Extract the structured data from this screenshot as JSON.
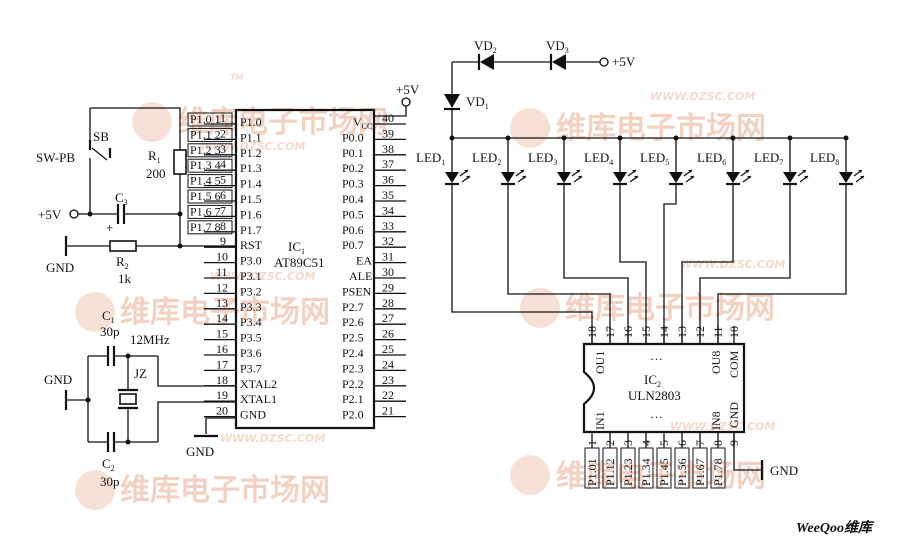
{
  "ic1": {
    "ref": "IC",
    "ref_sub": "1",
    "part": "AT89C51",
    "left_pins": [
      {
        "num": "1",
        "name": "P1.0",
        "net": "P1.0 1"
      },
      {
        "num": "2",
        "name": "P1.1",
        "net": "P1.1 2"
      },
      {
        "num": "3",
        "name": "P1.2",
        "net": "P1.2 3"
      },
      {
        "num": "4",
        "name": "P1.3",
        "net": "P1.3 4"
      },
      {
        "num": "5",
        "name": "P1.4",
        "net": "P1.4 5"
      },
      {
        "num": "6",
        "name": "P1.5",
        "net": "P1.5 6"
      },
      {
        "num": "7",
        "name": "P1.6",
        "net": "P1.6 7"
      },
      {
        "num": "8",
        "name": "P1.7",
        "net": "P1.7 8"
      },
      {
        "num": "9",
        "name": "RST",
        "net": ""
      },
      {
        "num": "10",
        "name": "P3.0",
        "net": ""
      },
      {
        "num": "11",
        "name": "P3.1",
        "net": ""
      },
      {
        "num": "12",
        "name": "P3.2",
        "net": ""
      },
      {
        "num": "13",
        "name": "P3.3",
        "net": ""
      },
      {
        "num": "14",
        "name": "P3.4",
        "net": ""
      },
      {
        "num": "15",
        "name": "P3.5",
        "net": ""
      },
      {
        "num": "16",
        "name": "P3.6",
        "net": ""
      },
      {
        "num": "17",
        "name": "P3.7",
        "net": ""
      },
      {
        "num": "18",
        "name": "XTAL2",
        "net": ""
      },
      {
        "num": "19",
        "name": "XTAL1",
        "net": ""
      },
      {
        "num": "20",
        "name": "GND",
        "net": ""
      }
    ],
    "right_pins": [
      {
        "num": "40",
        "name": "V",
        "sub": "CC"
      },
      {
        "num": "39",
        "name": "P0.0"
      },
      {
        "num": "38",
        "name": "P0.1"
      },
      {
        "num": "37",
        "name": "P0.2"
      },
      {
        "num": "36",
        "name": "P0.3"
      },
      {
        "num": "35",
        "name": "P0.4"
      },
      {
        "num": "34",
        "name": "P0.5"
      },
      {
        "num": "33",
        "name": "P0.6"
      },
      {
        "num": "32",
        "name": "P0.7"
      },
      {
        "num": "31",
        "name": "EA"
      },
      {
        "num": "30",
        "name": "ALE"
      },
      {
        "num": "29",
        "name": "PSEN"
      },
      {
        "num": "28",
        "name": "P2.7"
      },
      {
        "num": "27",
        "name": "P2.6"
      },
      {
        "num": "26",
        "name": "P2.5"
      },
      {
        "num": "25",
        "name": "P2.4"
      },
      {
        "num": "24",
        "name": "P2.3"
      },
      {
        "num": "23",
        "name": "P2.2"
      },
      {
        "num": "22",
        "name": "P2.1"
      },
      {
        "num": "21",
        "name": "P2.0"
      }
    ]
  },
  "ic2": {
    "ref": "IC",
    "ref_sub": "2",
    "part": "ULN2803",
    "top_pins": [
      "18",
      "17",
      "16",
      "15",
      "14",
      "13",
      "12",
      "11",
      "10"
    ],
    "bottom_pins": [
      "1",
      "2",
      "3",
      "4",
      "5",
      "6",
      "7",
      "8",
      "9"
    ],
    "bottom_nets": [
      "P1.0",
      "P1.1",
      "P1.2",
      "P1.3",
      "P1.4",
      "P1.5",
      "P1.6",
      "P1.7"
    ],
    "bottom_net_nums": [
      "1",
      "2",
      "3",
      "4",
      "5",
      "6",
      "7",
      "8"
    ],
    "labels": {
      "ou1": "OU1",
      "ou8": "OU8",
      "com": "COM",
      "in1": "IN1",
      "in8": "IN8",
      "gnd": "GND",
      "dots": "…"
    }
  },
  "components": {
    "sb": "SB",
    "swpb": "SW-PB",
    "r1": {
      "ref": "R",
      "sub": "1",
      "value": "200"
    },
    "r2": {
      "ref": "R",
      "sub": "2",
      "value": "1k"
    },
    "c3": {
      "ref": "C",
      "sub": "3",
      "polarity": "+"
    },
    "c1": {
      "ref": "C",
      "sub": "1",
      "value": "30p"
    },
    "c2": {
      "ref": "C",
      "sub": "2",
      "value": "30p"
    },
    "jz": {
      "ref": "JZ",
      "freq": "12MHz"
    },
    "vd1": {
      "ref": "VD",
      "sub": "1"
    },
    "vd2": {
      "ref": "VD",
      "sub": "2"
    },
    "vd3": {
      "ref": "VD",
      "sub": "3"
    },
    "leds": [
      {
        "ref": "LED",
        "sub": "1"
      },
      {
        "ref": "LED",
        "sub": "2"
      },
      {
        "ref": "LED",
        "sub": "3"
      },
      {
        "ref": "LED",
        "sub": "4"
      },
      {
        "ref": "LED",
        "sub": "5"
      },
      {
        "ref": "LED",
        "sub": "6"
      },
      {
        "ref": "LED",
        "sub": "7"
      },
      {
        "ref": "LED",
        "sub": "8"
      }
    ]
  },
  "power": {
    "vcc": "+5V",
    "vcc_rst": "+5V",
    "vcc_vd": "+5V",
    "gnd_rst": "GND",
    "gnd_xtal": "GND",
    "gnd_ic1": "GND",
    "gnd_ic2": "GND"
  },
  "watermark": {
    "brand": "维库电子市场网",
    "url": "WWW.DZSC.COM",
    "corner": "WeeQoo维库",
    "tm": "TM"
  },
  "colors": {
    "ink": "#111111",
    "watermark": "#f2c9b8",
    "corner": "#d9503a"
  }
}
